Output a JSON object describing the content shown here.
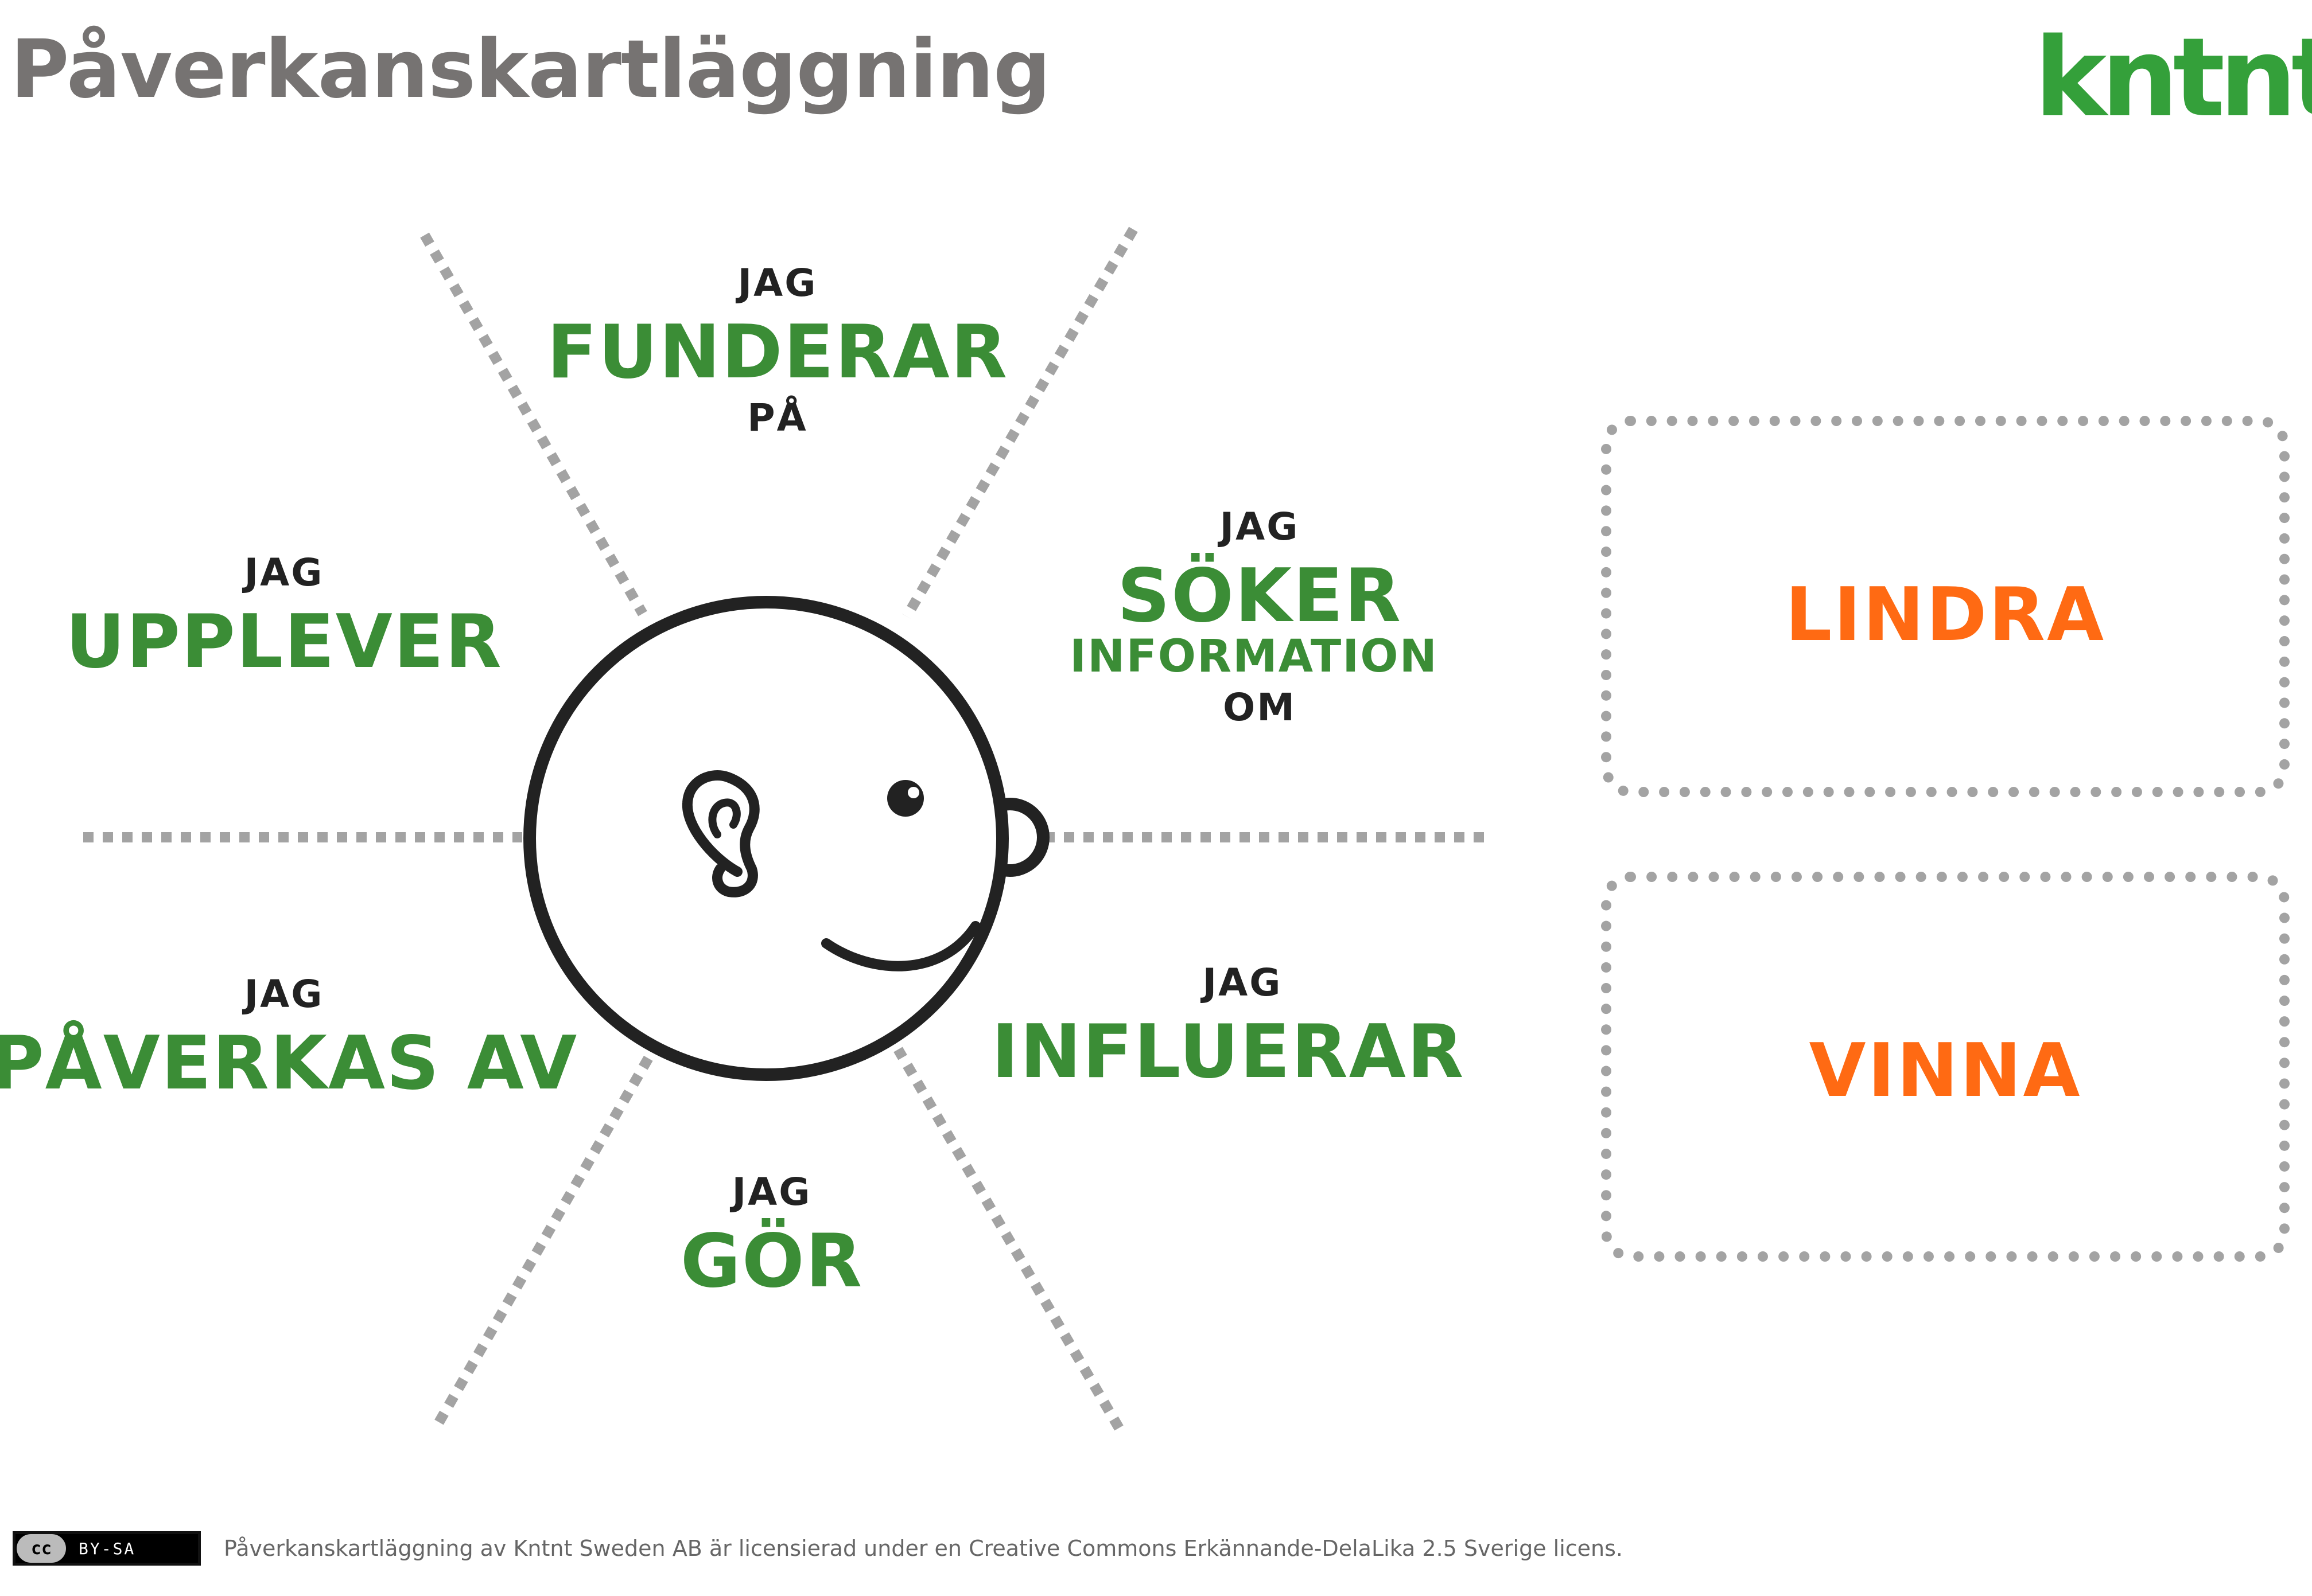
{
  "title": "Påverkanskartläggning",
  "logo": "kntnt",
  "diagram": {
    "segments": [
      {
        "id": "funderar",
        "pre": "JAG",
        "main": "FUNDERAR",
        "post": "PÅ"
      },
      {
        "id": "soker",
        "pre": "JAG",
        "main": "SÖKER",
        "sub": "INFORMATION",
        "post": "OM"
      },
      {
        "id": "upplever",
        "pre": "JAG",
        "main": "UPPLEVER"
      },
      {
        "id": "paverkas",
        "pre": "JAG",
        "main": "PÅVERKAS AV"
      },
      {
        "id": "gor",
        "pre": "JAG",
        "main": "GÖR"
      },
      {
        "id": "influerar",
        "pre": "JAG",
        "main": "INFLUERAR"
      }
    ],
    "outcomes": [
      "LINDRA",
      "VINNA"
    ]
  },
  "license": {
    "badge": "BY-SA",
    "badge_icon": "cc",
    "text": "Påverkanskartläggning av Kntnt Sweden AB är licensierad under en Creative Commons Erkännande-DelaLika 2.5 Sverige licens."
  },
  "colors": {
    "title": "#767372",
    "logo": "#34a03a",
    "segment_main": "#3b8d36",
    "outcome": "#ff6a13",
    "divider": "#a3a3a3"
  }
}
